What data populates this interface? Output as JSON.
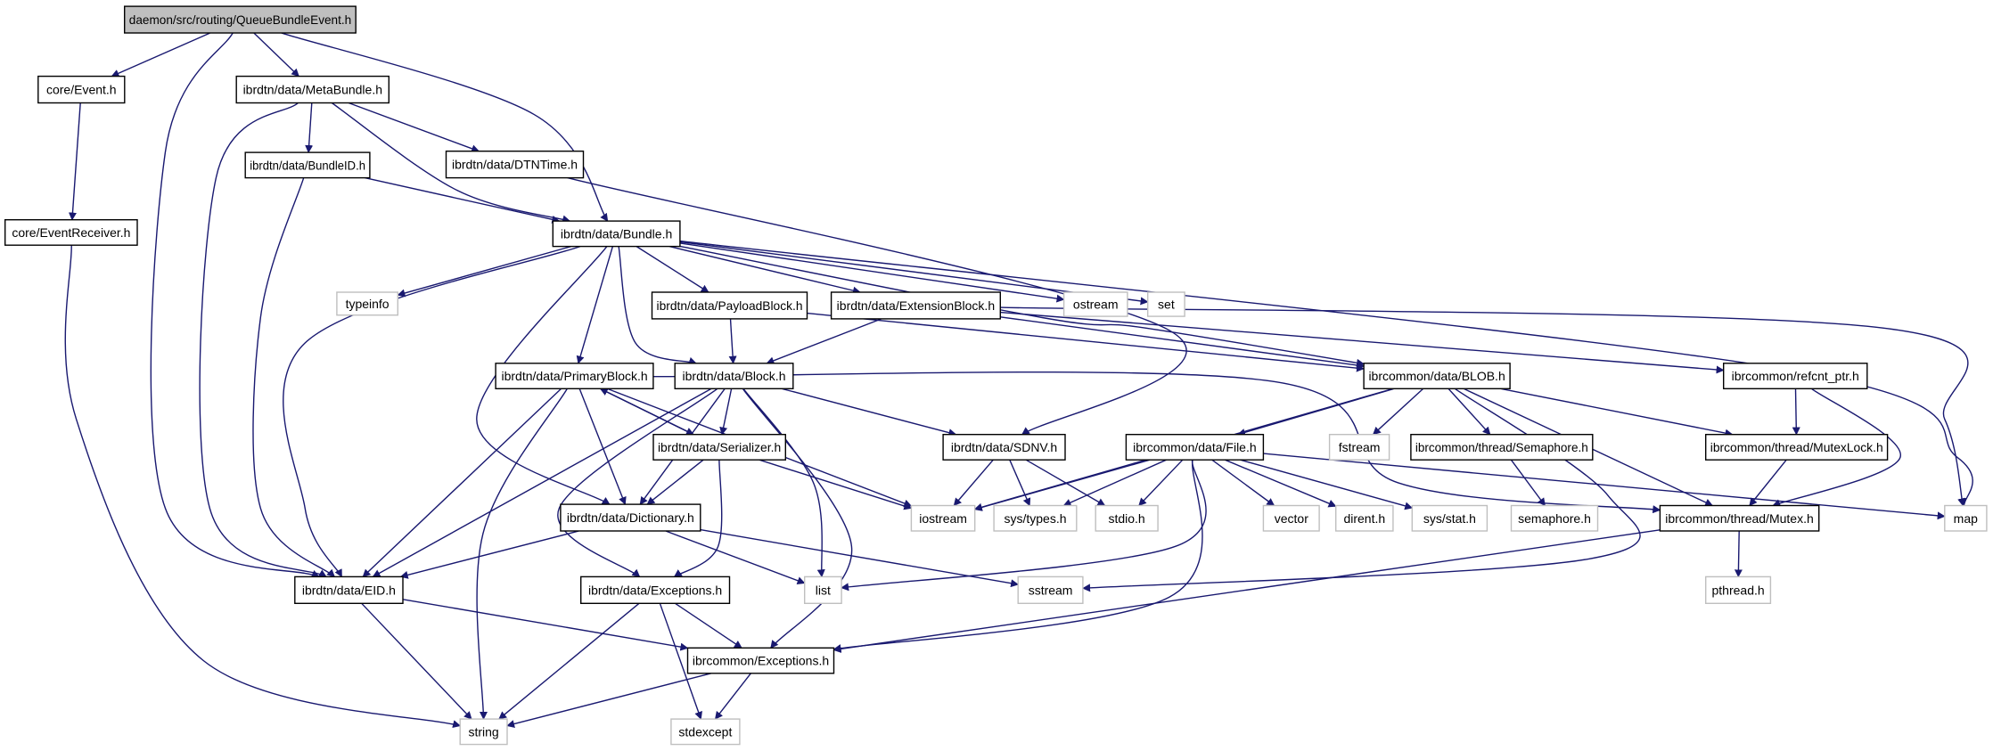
{
  "diagram": {
    "title": "daemon/src/routing/QueueBundleEvent.h",
    "type": "include-dependency-graph",
    "colors": {
      "edge": "#191970",
      "documented_border": "#000000",
      "external_border": "#bfbfbf",
      "root_fill": "#bfbfbf",
      "node_fill": "#ffffff"
    },
    "nodes": [
      {
        "id": "qbe",
        "label": "daemon/src/routing/QueueBundleEvent.h",
        "kind": "root"
      },
      {
        "id": "event",
        "label": "core/Event.h",
        "kind": "documented"
      },
      {
        "id": "metabundle",
        "label": "ibrdtn/data/MetaBundle.h",
        "kind": "documented"
      },
      {
        "id": "bundleid",
        "label": "ibrdtn/data/BundleID.h",
        "kind": "documented"
      },
      {
        "id": "dtntime",
        "label": "ibrdtn/data/DTNTime.h",
        "kind": "documented"
      },
      {
        "id": "eventreceiver",
        "label": "core/EventReceiver.h",
        "kind": "documented"
      },
      {
        "id": "bundle",
        "label": "ibrdtn/data/Bundle.h",
        "kind": "documented"
      },
      {
        "id": "typeinfo",
        "label": "typeinfo",
        "kind": "external"
      },
      {
        "id": "payloadblock",
        "label": "ibrdtn/data/PayloadBlock.h",
        "kind": "documented"
      },
      {
        "id": "extensionblock",
        "label": "ibrdtn/data/ExtensionBlock.h",
        "kind": "documented"
      },
      {
        "id": "ostream",
        "label": "ostream",
        "kind": "external"
      },
      {
        "id": "set",
        "label": "set",
        "kind": "external"
      },
      {
        "id": "primaryblock",
        "label": "ibrdtn/data/PrimaryBlock.h",
        "kind": "documented"
      },
      {
        "id": "block",
        "label": "ibrdtn/data/Block.h",
        "kind": "documented"
      },
      {
        "id": "blob",
        "label": "ibrcommon/data/BLOB.h",
        "kind": "documented"
      },
      {
        "id": "refcnt",
        "label": "ibrcommon/refcnt_ptr.h",
        "kind": "documented"
      },
      {
        "id": "serializer",
        "label": "ibrdtn/data/Serializer.h",
        "kind": "documented"
      },
      {
        "id": "sdnv",
        "label": "ibrdtn/data/SDNV.h",
        "kind": "documented"
      },
      {
        "id": "file",
        "label": "ibrcommon/data/File.h",
        "kind": "documented"
      },
      {
        "id": "fstream",
        "label": "fstream",
        "kind": "external"
      },
      {
        "id": "semaphore",
        "label": "ibrcommon/thread/Semaphore.h",
        "kind": "documented"
      },
      {
        "id": "mutexlock",
        "label": "ibrcommon/thread/MutexLock.h",
        "kind": "documented"
      },
      {
        "id": "dictionary",
        "label": "ibrdtn/data/Dictionary.h",
        "kind": "documented"
      },
      {
        "id": "iostream",
        "label": "iostream",
        "kind": "external"
      },
      {
        "id": "systypes",
        "label": "sys/types.h",
        "kind": "external"
      },
      {
        "id": "stdio",
        "label": "stdio.h",
        "kind": "external"
      },
      {
        "id": "vector",
        "label": "vector",
        "kind": "external"
      },
      {
        "id": "dirent",
        "label": "dirent.h",
        "kind": "external"
      },
      {
        "id": "sysstat",
        "label": "sys/stat.h",
        "kind": "external"
      },
      {
        "id": "semaphoreh",
        "label": "semaphore.h",
        "kind": "external"
      },
      {
        "id": "mutex",
        "label": "ibrcommon/thread/Mutex.h",
        "kind": "documented"
      },
      {
        "id": "map",
        "label": "map",
        "kind": "external"
      },
      {
        "id": "eid",
        "label": "ibrdtn/data/EID.h",
        "kind": "documented"
      },
      {
        "id": "dtnexceptions",
        "label": "ibrdtn/data/Exceptions.h",
        "kind": "documented"
      },
      {
        "id": "list",
        "label": "list",
        "kind": "external"
      },
      {
        "id": "sstream",
        "label": "sstream",
        "kind": "external"
      },
      {
        "id": "pthread",
        "label": "pthread.h",
        "kind": "external"
      },
      {
        "id": "comexceptions",
        "label": "ibrcommon/Exceptions.h",
        "kind": "documented"
      },
      {
        "id": "string",
        "label": "string",
        "kind": "external"
      },
      {
        "id": "stdexcept",
        "label": "stdexcept",
        "kind": "external"
      }
    ],
    "edges": [
      {
        "from": "qbe",
        "to": "event"
      },
      {
        "from": "qbe",
        "to": "metabundle"
      },
      {
        "from": "qbe",
        "to": "bundle"
      },
      {
        "from": "qbe",
        "to": "eid"
      },
      {
        "from": "event",
        "to": "eventreceiver"
      },
      {
        "from": "eventreceiver",
        "to": "string"
      },
      {
        "from": "metabundle",
        "to": "bundleid"
      },
      {
        "from": "metabundle",
        "to": "dtntime"
      },
      {
        "from": "metabundle",
        "to": "bundle"
      },
      {
        "from": "metabundle",
        "to": "eid"
      },
      {
        "from": "bundleid",
        "to": "bundle"
      },
      {
        "from": "bundleid",
        "to": "eid"
      },
      {
        "from": "dtntime",
        "to": "sdnv"
      },
      {
        "from": "bundle",
        "to": "eid"
      },
      {
        "from": "bundle",
        "to": "typeinfo"
      },
      {
        "from": "bundle",
        "to": "dictionary"
      },
      {
        "from": "bundle",
        "to": "primaryblock"
      },
      {
        "from": "bundle",
        "to": "block"
      },
      {
        "from": "bundle",
        "to": "payloadblock"
      },
      {
        "from": "bundle",
        "to": "extensionblock"
      },
      {
        "from": "bundle",
        "to": "ostream"
      },
      {
        "from": "bundle",
        "to": "set"
      },
      {
        "from": "bundle",
        "to": "map"
      },
      {
        "from": "bundle",
        "to": "blob"
      },
      {
        "from": "payloadblock",
        "to": "block"
      },
      {
        "from": "payloadblock",
        "to": "blob"
      },
      {
        "from": "extensionblock",
        "to": "block"
      },
      {
        "from": "extensionblock",
        "to": "blob"
      },
      {
        "from": "extensionblock",
        "to": "refcnt"
      },
      {
        "from": "extensionblock",
        "to": "map"
      },
      {
        "from": "primaryblock",
        "to": "eid"
      },
      {
        "from": "primaryblock",
        "to": "string"
      },
      {
        "from": "primaryblock",
        "to": "dictionary"
      },
      {
        "from": "primaryblock",
        "to": "serializer"
      },
      {
        "from": "primaryblock",
        "to": "iostream"
      },
      {
        "from": "primaryblock",
        "to": "mutex"
      },
      {
        "from": "block",
        "to": "eid"
      },
      {
        "from": "block",
        "to": "dictionary"
      },
      {
        "from": "block",
        "to": "serializer"
      },
      {
        "from": "block",
        "to": "dtnexceptions"
      },
      {
        "from": "block",
        "to": "list"
      },
      {
        "from": "block",
        "to": "comexceptions"
      },
      {
        "from": "block",
        "to": "sdnv"
      },
      {
        "from": "serializer",
        "to": "primaryblock"
      },
      {
        "from": "serializer",
        "to": "dictionary"
      },
      {
        "from": "serializer",
        "to": "dtnexceptions"
      },
      {
        "from": "serializer",
        "to": "iostream"
      },
      {
        "from": "sdnv",
        "to": "iostream"
      },
      {
        "from": "sdnv",
        "to": "systypes"
      },
      {
        "from": "sdnv",
        "to": "stdio"
      },
      {
        "from": "blob",
        "to": "iostream"
      },
      {
        "from": "blob",
        "to": "file"
      },
      {
        "from": "blob",
        "to": "fstream"
      },
      {
        "from": "blob",
        "to": "semaphore"
      },
      {
        "from": "blob",
        "to": "mutexlock"
      },
      {
        "from": "blob",
        "to": "mutex"
      },
      {
        "from": "blob",
        "to": "sstream"
      },
      {
        "from": "refcnt",
        "to": "mutexlock"
      },
      {
        "from": "refcnt",
        "to": "mutex"
      },
      {
        "from": "file",
        "to": "iostream"
      },
      {
        "from": "file",
        "to": "systypes"
      },
      {
        "from": "file",
        "to": "stdio"
      },
      {
        "from": "file",
        "to": "vector"
      },
      {
        "from": "file",
        "to": "dirent"
      },
      {
        "from": "file",
        "to": "sysstat"
      },
      {
        "from": "file",
        "to": "list"
      },
      {
        "from": "file",
        "to": "comexceptions"
      },
      {
        "from": "file",
        "to": "map"
      },
      {
        "from": "semaphore",
        "to": "semaphoreh"
      },
      {
        "from": "mutexlock",
        "to": "mutex"
      },
      {
        "from": "mutex",
        "to": "pthread"
      },
      {
        "from": "mutex",
        "to": "comexceptions"
      },
      {
        "from": "dictionary",
        "to": "eid"
      },
      {
        "from": "dictionary",
        "to": "list"
      },
      {
        "from": "dictionary",
        "to": "sstream"
      },
      {
        "from": "eid",
        "to": "string"
      },
      {
        "from": "eid",
        "to": "comexceptions"
      },
      {
        "from": "dtnexceptions",
        "to": "string"
      },
      {
        "from": "dtnexceptions",
        "to": "stdexcept"
      },
      {
        "from": "dtnexceptions",
        "to": "comexceptions"
      },
      {
        "from": "comexceptions",
        "to": "string"
      },
      {
        "from": "comexceptions",
        "to": "stdexcept"
      }
    ]
  }
}
